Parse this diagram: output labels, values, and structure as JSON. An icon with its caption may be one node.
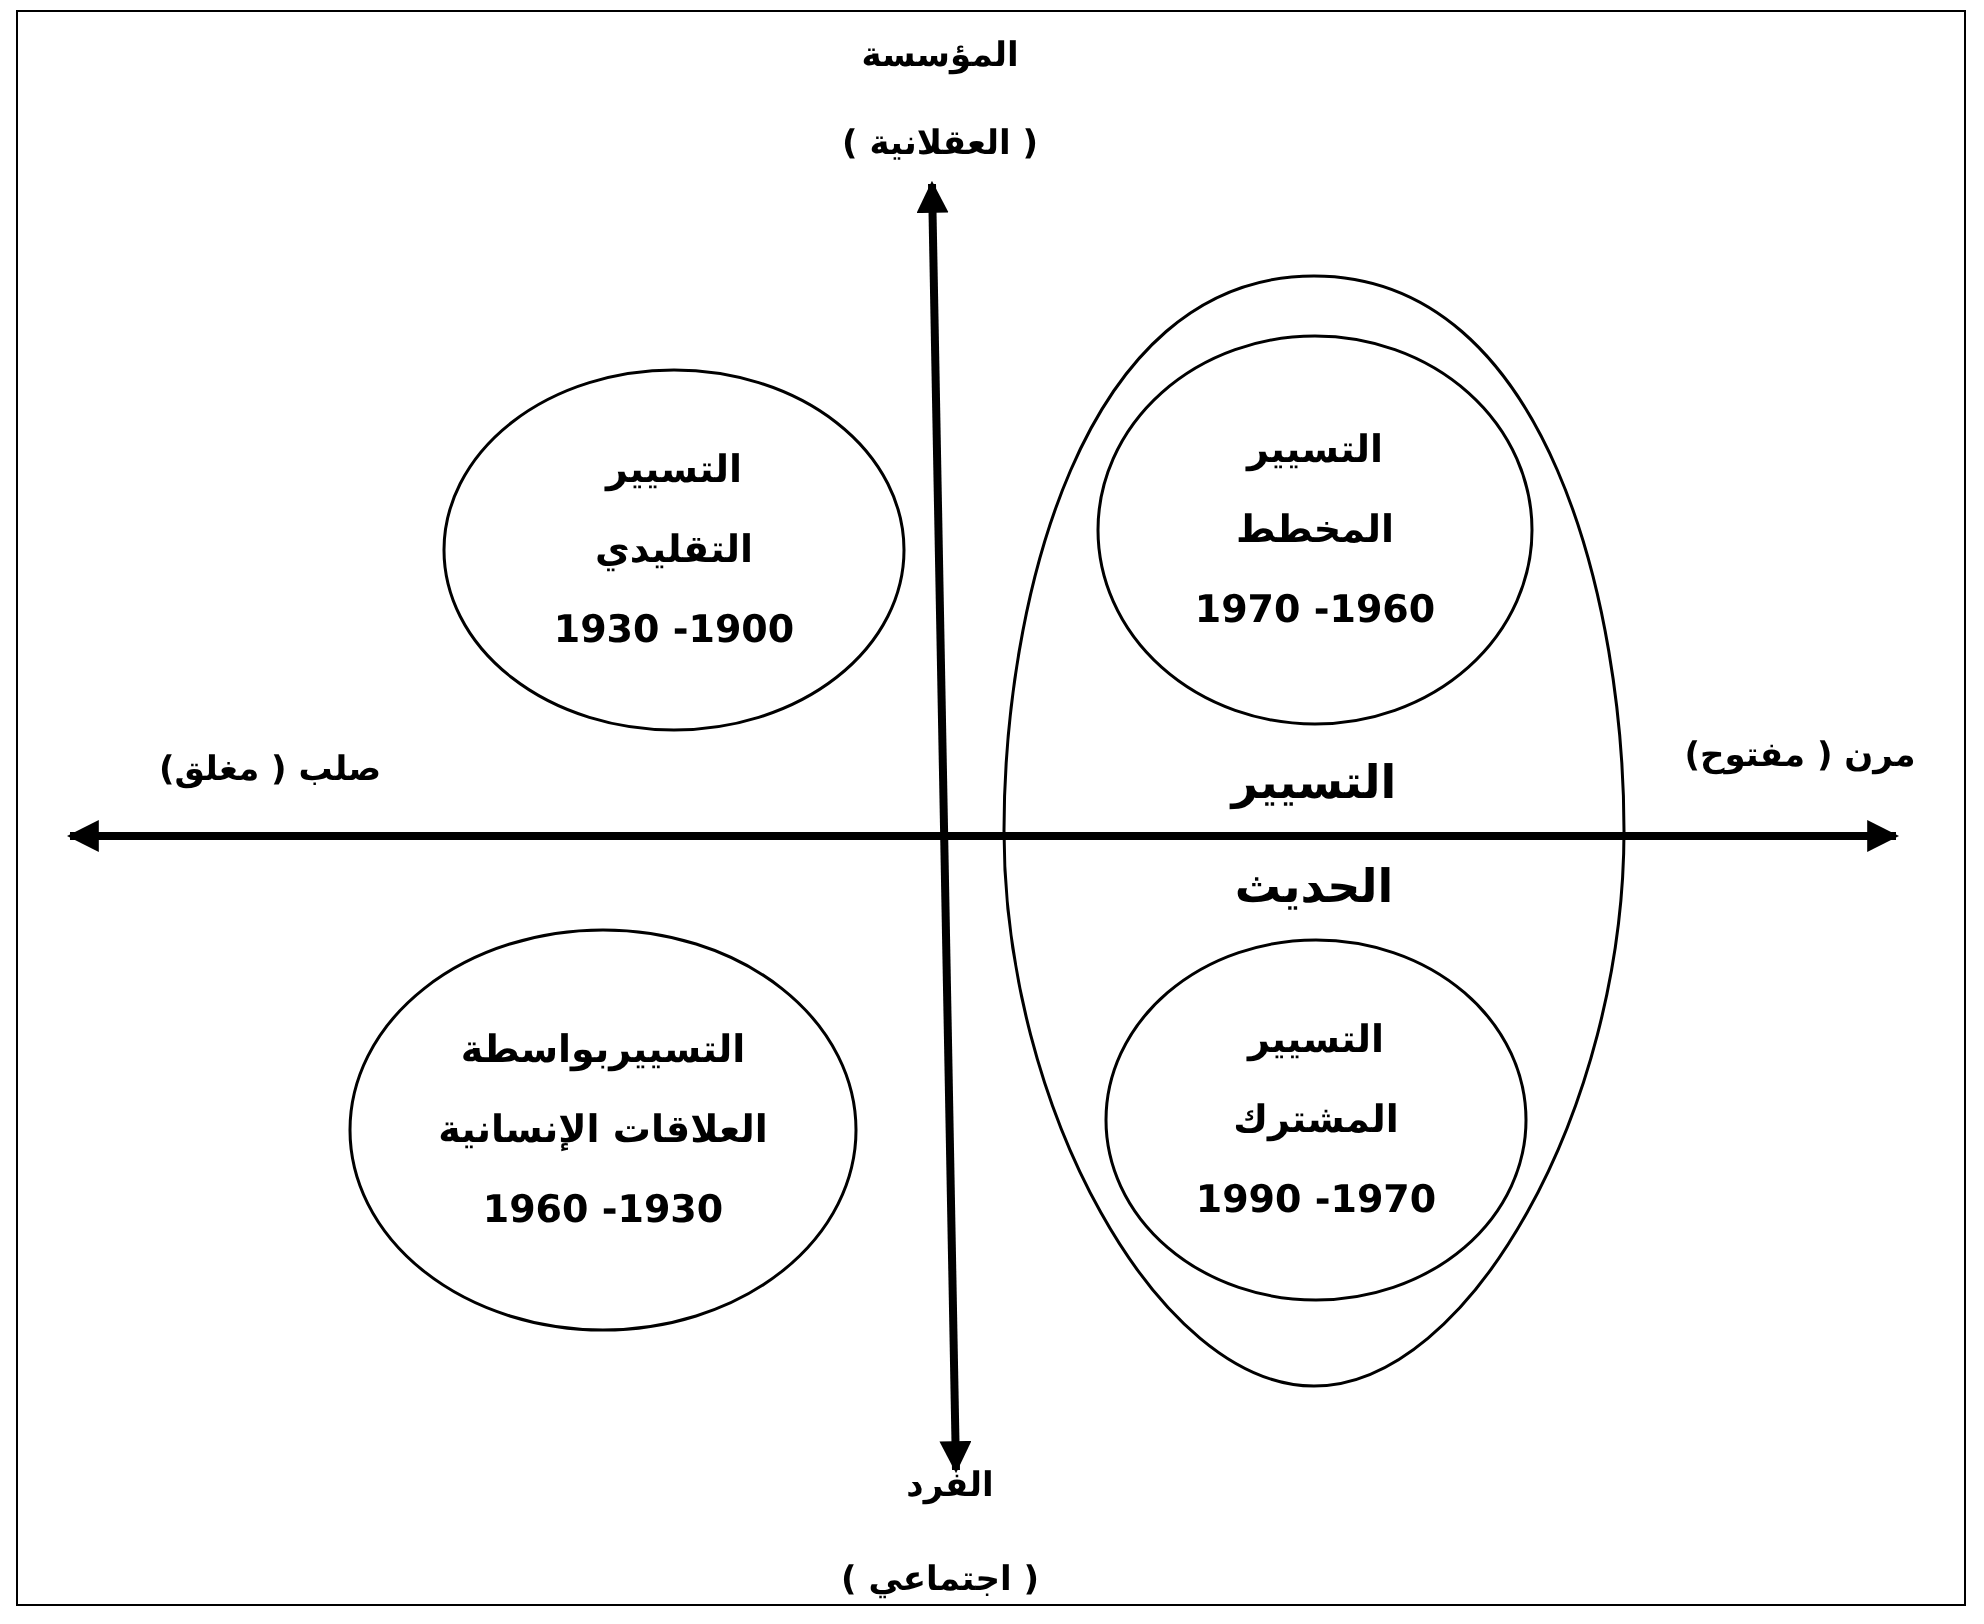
{
  "diagram": {
    "nodes": [
      {
        "text": [
          "التسيير التقليدي",
          "1930 -1900"
        ]
      },
      {
        "text": [
          "التسيير الحديث"
        ]
      },
      {
        "text": [
          "التسيير المخطط",
          "1970 -1960"
        ],
        "in": 1
      },
      {
        "text": [
          "التسيير المشترك",
          "1990 -1970"
        ],
        "in": 1
      },
      {
        "text": [
          "التسييربواسطة العلاقات الإنسانية",
          "1960 -1930"
        ]
      }
    ],
    "edges": [],
    "labels": [
      "المؤسسة",
      "( العقلانية )",
      "صلب ( مغلق)",
      "مرن ( مفتوح)",
      "الفرد",
      "( اجتماعي )"
    ]
  }
}
